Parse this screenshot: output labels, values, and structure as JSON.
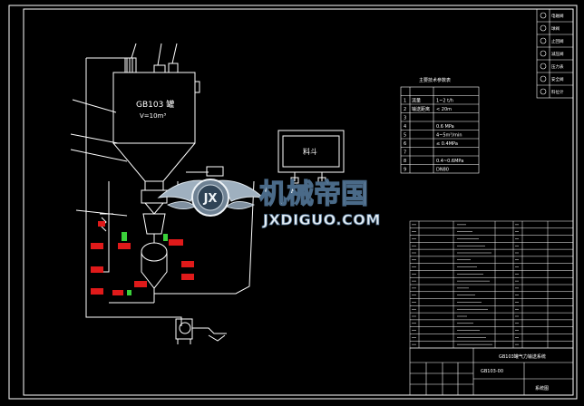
{
  "drawing": {
    "background": "#000000",
    "line_color": "#ffffff",
    "accent_red": "#e01a1a",
    "accent_green": "#3ad13a",
    "tower_label": "GB103 罐",
    "tower_volume": "V=10m³",
    "center_box_label": "料斗",
    "param_table_title": "主要技术参数表",
    "param_table_rows": [
      {
        "no": "1",
        "name": "流量",
        "value": "1~2 t/h"
      },
      {
        "no": "2",
        "name": "输送距离",
        "value": "< 20m"
      },
      {
        "no": "3",
        "name": "",
        "value": ""
      },
      {
        "no": "4",
        "name": "",
        "value": "0.6 MPa"
      },
      {
        "no": "5",
        "name": "",
        "value": "4~5m³/min"
      },
      {
        "no": "6",
        "name": "",
        "value": "≤ 0.4MPa"
      },
      {
        "no": "7",
        "name": "",
        "value": ""
      },
      {
        "no": "8",
        "name": "",
        "value": "0.4~0.6MPa"
      },
      {
        "no": "9",
        "name": "",
        "value": "DN80"
      }
    ],
    "legend_rows": [
      "电磁阀",
      "球阀",
      "止回阀",
      "减压阀",
      "压力表",
      "安全阀",
      "料位计"
    ],
    "title_block_title": "GB103罐气力输送系统",
    "title_block_code": "GB103-00",
    "title_block_sheet": "系统图"
  },
  "watermark": {
    "chinese": "机械帝国",
    "latin": "JXDIGUO.COM",
    "emblem": "JX"
  }
}
